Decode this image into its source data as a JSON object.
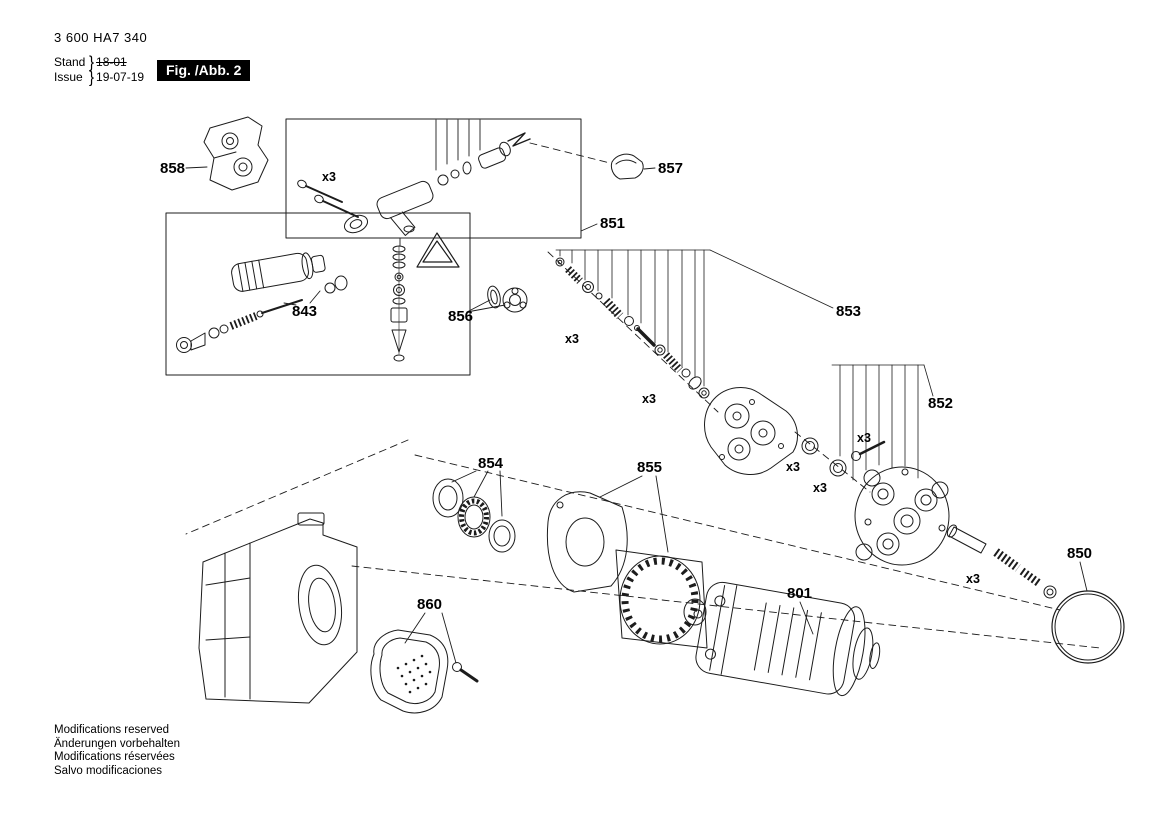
{
  "header": {
    "part_number": "3 600 HA7 340",
    "stand_label": "Stand",
    "stand_brace": "}",
    "stand_value": "18-01",
    "issue_label": "Issue",
    "issue_brace": "}",
    "issue_value": "19-07-19",
    "figure_label": "Fig. /Abb. 2"
  },
  "footer": {
    "lines": [
      "Modifications reserved",
      "Änderungen vorbehalten",
      "Modifications réservées",
      "Salvo modificaciones"
    ]
  },
  "diagram": {
    "labels": {
      "l858": "858",
      "l851": "851",
      "l857": "857",
      "l843": "843",
      "l856": "856",
      "l853": "853",
      "l852": "852",
      "l854": "854",
      "l855": "855",
      "l860": "860",
      "l801": "801",
      "l850": "850"
    },
    "qty": {
      "q1": "x3",
      "q2": "x3",
      "q3": "x3",
      "q4": "x3",
      "q5": "x3",
      "q6": "x3",
      "q7": "x3"
    },
    "colors": {
      "line": "#1c1c1c",
      "badge_bg": "#000000",
      "badge_text": "#ffffff"
    }
  }
}
